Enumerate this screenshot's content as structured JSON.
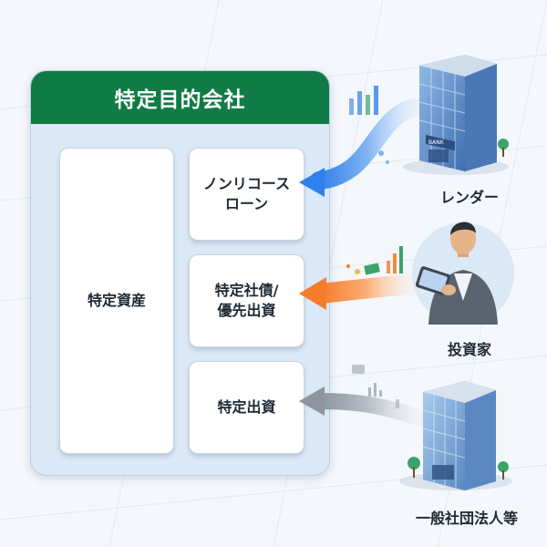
{
  "spc": {
    "title": "特定目的会社",
    "asset_label": "特定資産"
  },
  "funding": {
    "loan_line1": "ノンリコース",
    "loan_line2": "ローン",
    "bond_line1": "特定社債/",
    "bond_line2": "優先出資",
    "equity_label": "特定出資"
  },
  "parties": {
    "lender": "レンダー",
    "investor": "投資家",
    "general": "一般社団法人等",
    "bank_sign": "BANK"
  },
  "colors": {
    "header_green": "#107b45",
    "loan_arrow": "#2f80ed",
    "bond_arrow": "#f57c2b",
    "equity_arrow": "#8e959e"
  },
  "icons": [
    "bank-building-icon",
    "investor-person-icon",
    "office-building-icon",
    "bar-chart-icon",
    "money-icon",
    "document-icon"
  ]
}
